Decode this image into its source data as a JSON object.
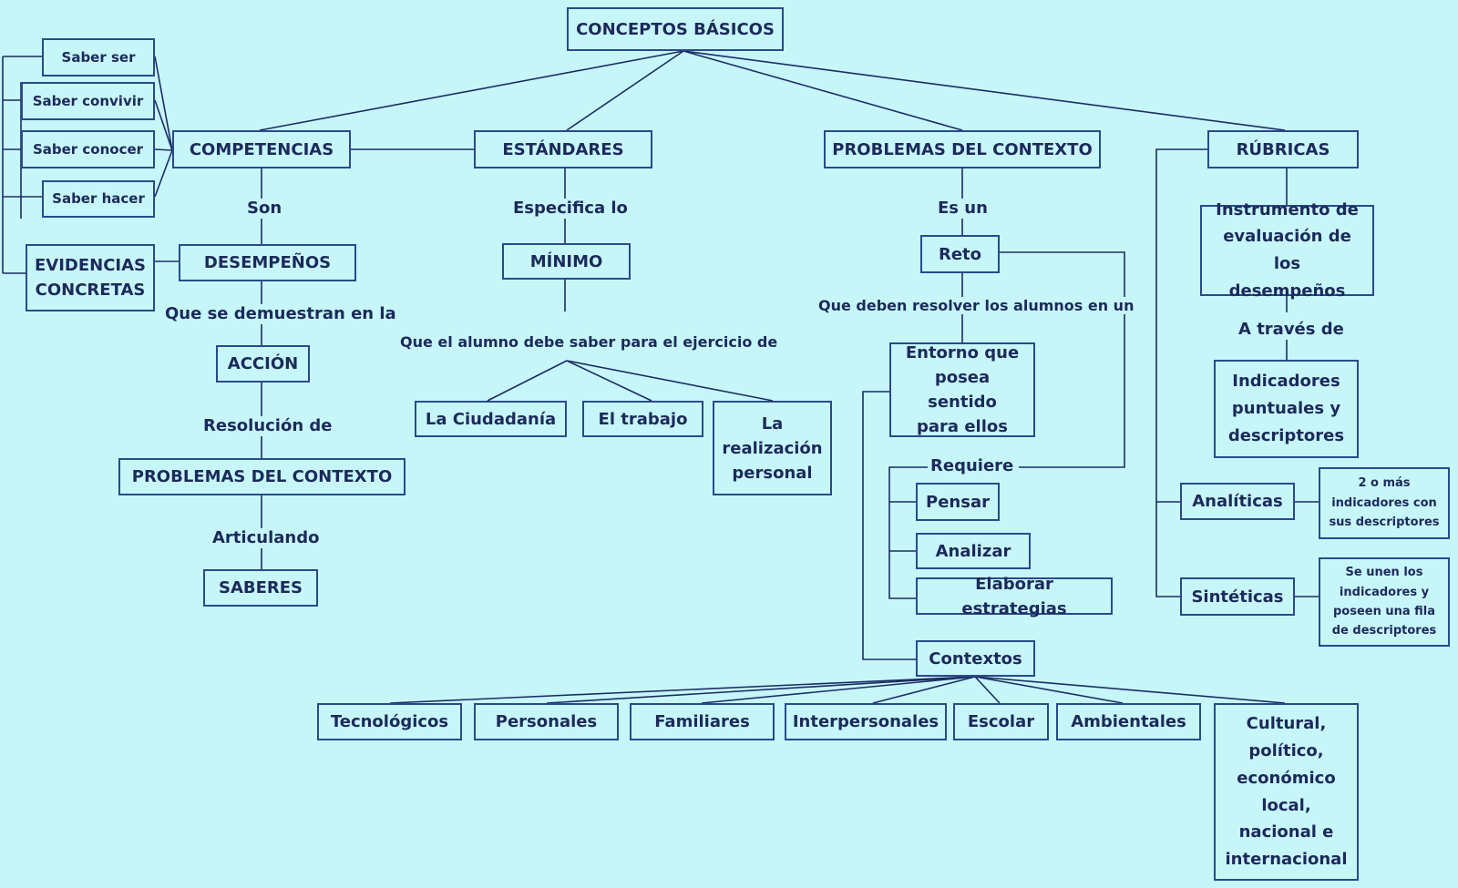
{
  "nodes": {
    "root": "CONCEPTOS BÁSICOS",
    "competencias": "COMPETENCIAS",
    "estandares": "ESTÁNDARES",
    "problemas_contexto_top": "PROBLEMAS DEL CONTEXTO",
    "rubricas": "RÚBRICAS",
    "saber_ser": "Saber ser",
    "saber_convivir": "Saber convivir",
    "saber_conocer": "Saber conocer",
    "saber_hacer": "Saber hacer",
    "evidencias": "EVIDENCIAS CONCRETAS",
    "desempenos": "DESEMPEÑOS",
    "accion": "ACCIÓN",
    "problemas_contexto_left": "PROBLEMAS DEL CONTEXTO",
    "saberes": "SABERES",
    "minimo": "MÍNIMO",
    "ciudadania": "La Ciudadanía",
    "trabajo": "El trabajo",
    "realizacion": "La realización personal",
    "reto": "Reto",
    "entorno": "Entorno que posea sentido para ellos",
    "pensar": "Pensar",
    "analizar": "Analizar",
    "elaborar": "Elaborar estrategias",
    "contextos": "Contextos",
    "tecnologicos": "Tecnológicos",
    "personales": "Personales",
    "familiares": "Familiares",
    "interpersonales": "Interpersonales",
    "escolar": "Escolar",
    "ambientales": "Ambientales",
    "cultural": "Cultural, político, económico local, nacional e internacional",
    "instrumento": "Instrumento de evaluación de los desempeños",
    "indicadores": "Indicadores puntuales y descriptores",
    "analiticas": "Analíticas",
    "sinteticas": "Sintéticas",
    "analiticas_desc": "2 o más indicadores con sus descriptores",
    "sinteticas_desc": "Se unen los indicadores y poseen una fila de descriptores"
  },
  "labels": {
    "son": "Son",
    "que_se_demuestran": "Que se demuestran en la",
    "resolucion_de": "Resolución de",
    "articulando": "Articulando",
    "especifica_lo": "Especifica lo",
    "que_el_alumno": "Que el alumno debe saber para el ejercicio de",
    "es_un": "Es un",
    "que_deben_resolver": "Que deben resolver los  alumnos en un",
    "requiere": "Requiere",
    "a_traves_de": "A través de"
  },
  "colors": {
    "background": "#c7f6f9",
    "border": "#2a4a8a",
    "text": "#1c2a5a",
    "line": "#1b2d63"
  }
}
